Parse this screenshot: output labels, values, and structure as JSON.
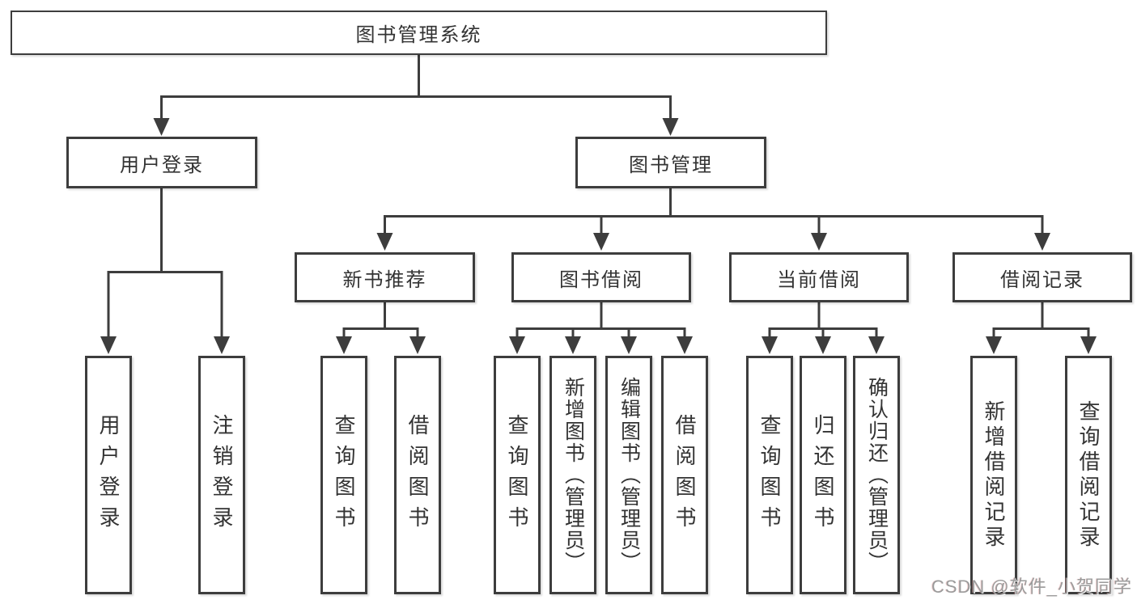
{
  "diagram": {
    "type": "tree",
    "title": "图书管理系统",
    "colors": {
      "line": "#3d3d3d",
      "box_border": "#3d3d3d",
      "box_fill": "#ffffff",
      "text": "#333333",
      "background": "#ffffff",
      "watermark": "#9b9b9b"
    },
    "root": {
      "label": "图书管理系统"
    },
    "level2": [
      {
        "id": "user-login",
        "label": "用户登录",
        "parent": "图书管理系统"
      },
      {
        "id": "book-management",
        "label": "图书管理",
        "parent": "图书管理系统"
      }
    ],
    "level3": [
      {
        "id": "new-book-recommend",
        "label": "新书推荐",
        "parent": "图书管理"
      },
      {
        "id": "book-borrowing",
        "label": "图书借阅",
        "parent": "图书管理"
      },
      {
        "id": "current-borrowing",
        "label": "当前借阅",
        "parent": "图书管理"
      },
      {
        "id": "borrowing-records",
        "label": "借阅记录",
        "parent": "图书管理"
      }
    ],
    "leaves": [
      {
        "label": "用户登录",
        "parent": "用户登录"
      },
      {
        "label": "注销登录",
        "parent": "用户登录"
      },
      {
        "label": "查询图书",
        "parent": "新书推荐"
      },
      {
        "label": "借阅图书",
        "parent": "新书推荐"
      },
      {
        "label": "查询图书",
        "parent": "图书借阅"
      },
      {
        "label": "新增图书（管理员）",
        "parent": "图书借阅"
      },
      {
        "label": "编辑图书（管理员）",
        "parent": "图书借阅"
      },
      {
        "label": "借阅图书",
        "parent": "图书借阅"
      },
      {
        "label": "查询图书",
        "parent": "当前借阅"
      },
      {
        "label": "归还图书",
        "parent": "当前借阅"
      },
      {
        "label": "确认归还（管理员）",
        "parent": "当前借阅"
      },
      {
        "label": "新增借阅记录",
        "parent": "借阅记录"
      },
      {
        "label": "查询借阅记录",
        "parent": "借阅记录"
      }
    ]
  },
  "watermark": {
    "text": "CSDN @软件_小贺同学"
  }
}
